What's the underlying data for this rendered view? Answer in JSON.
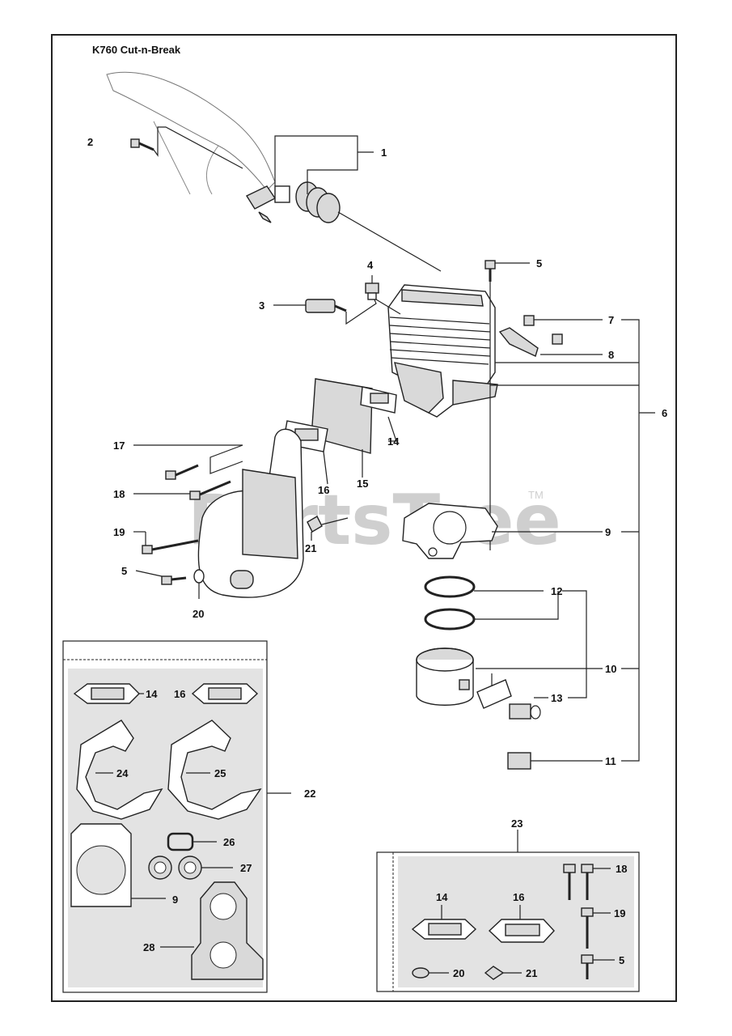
{
  "diagram": {
    "title": "K760 Cut-n-Break",
    "watermark": "PartsTree",
    "watermark_tm": "TM",
    "callouts": {
      "c1": "1",
      "c2": "2",
      "c3": "3",
      "c4": "4",
      "c5a": "5",
      "c5b": "5",
      "c6": "6",
      "c7": "7",
      "c8": "8",
      "c9": "9",
      "c10": "10",
      "c11": "11",
      "c12": "12",
      "c13": "13",
      "c14": "14",
      "c15": "15",
      "c16": "16",
      "c17": "17",
      "c18": "18",
      "c19": "19",
      "c20": "20",
      "c21": "21",
      "c22": "22",
      "c23": "23"
    },
    "kit_left": {
      "k14": "14",
      "k16": "16",
      "k24": "24",
      "k25": "25",
      "k26": "26",
      "k27": "27",
      "k9": "9",
      "k28": "28"
    },
    "kit_right": {
      "r18": "18",
      "r19": "19",
      "r5": "5",
      "r14": "14",
      "r16": "16",
      "r20": "20",
      "r21": "21"
    }
  }
}
